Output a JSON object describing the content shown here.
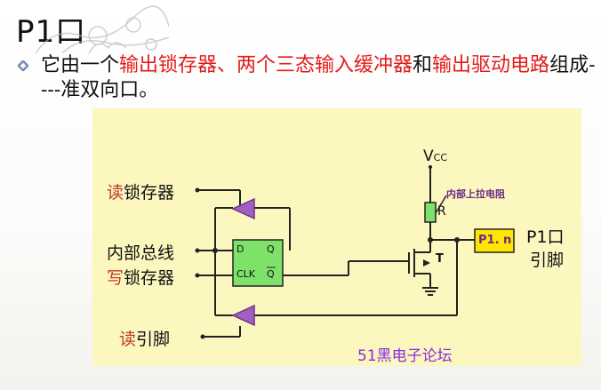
{
  "title": "P1口",
  "bullet": {
    "p1": "它由一个",
    "p2": "输出锁存器、两个三态输入缓冲器",
    "p3": "和",
    "p4": "输出驱动电路",
    "p5": "组成----准双向口。"
  },
  "diagram": {
    "read_latch_prefix": "读",
    "read_latch_suffix": "锁存器",
    "internal_bus": "内部总线",
    "write_latch_prefix": "写",
    "write_latch_suffix": "锁存器",
    "read_pin_prefix": "读",
    "read_pin_suffix": "引脚",
    "ff_d": "D",
    "ff_q": "Q",
    "ff_clk": "CLK",
    "ff_qbar": "Q",
    "vcc": "V",
    "vcc_sub": "CC",
    "resistor": "R",
    "pullup_label": "内部上拉电阻",
    "transistor": "T",
    "pin_box": "P1. n",
    "pin_label_1": "P1口",
    "pin_label_2": "引脚"
  },
  "watermark": "51黑电子论坛",
  "colors": {
    "accent_red": "#e31b1b",
    "diagram_bg": "#fbf7bf",
    "gate_purple": "#9b59b6",
    "pin_box_yellow": "#ffe600",
    "watermark_purple": "#8a2be2"
  }
}
